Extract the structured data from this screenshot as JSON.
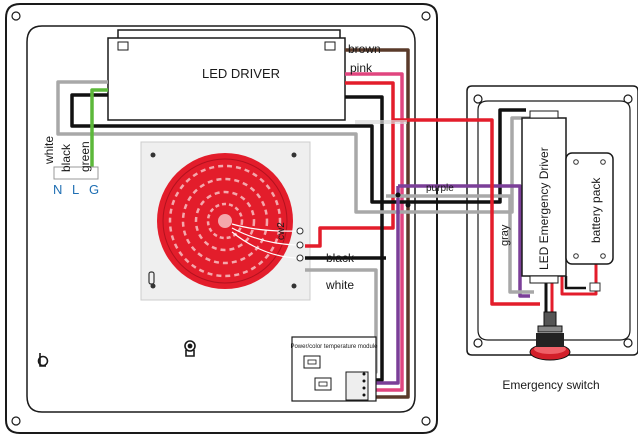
{
  "labels": {
    "led_driver": "LED DRIVER",
    "brown": "brown",
    "pink": "pink",
    "white_left": "white",
    "black_left": "black",
    "green_left": "green",
    "terminal_n": "N",
    "terminal_l": "L",
    "terminal_g": "G",
    "purple": "purple",
    "gray": "gray",
    "black_right": "black",
    "white_right": "white",
    "emergency_driver": "LED Emergency Driver",
    "battery_pack": "battery pack",
    "module": "Power/color temperature module",
    "emergency_switch": "Emergency switch",
    "dial_chars": "cw2"
  },
  "colors": {
    "black": "#111111",
    "red": "#e31d2b",
    "gray": "#a8a8a8",
    "brown": "#5a3a2a",
    "purple": "#7b3f98",
    "pink": "#e0457f",
    "green": "#5cb83a",
    "terminal_blue": "#1f6fb3"
  }
}
